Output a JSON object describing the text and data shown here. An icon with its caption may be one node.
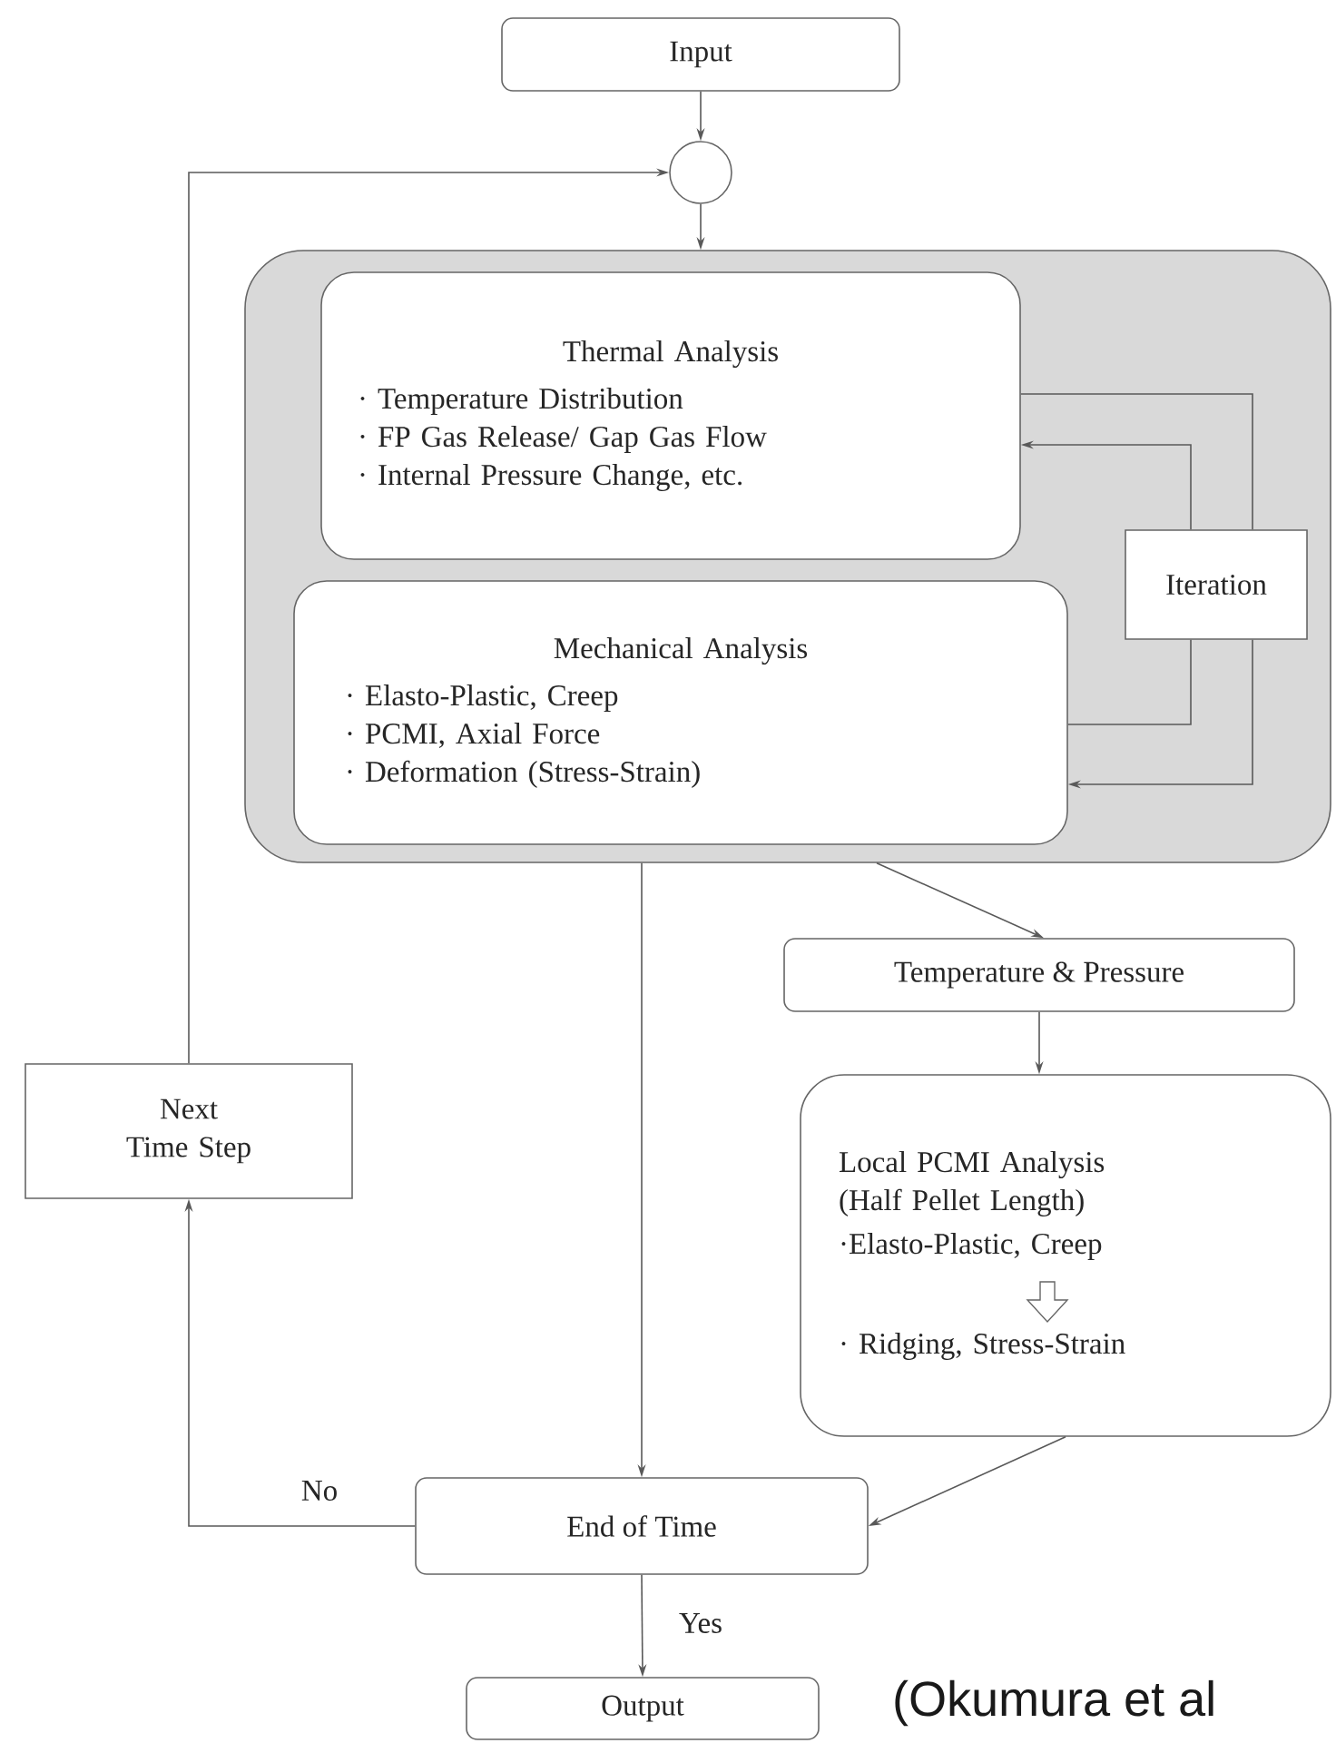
{
  "diagram": {
    "nodes": [
      {
        "text": [
          "Input"
        ]
      },
      {
        "text": [],
        "shape": "circle"
      },
      {
        "text": [],
        "shape": "box"
      },
      {
        "text": [
          "Thermal Analysis",
          "· Temperature Distribution",
          "· FP Gas Release/ Gap Gas Flow",
          "· Internal Pressure Change, etc."
        ],
        "in": 2
      },
      {
        "text": [
          "Mechanical Analysis",
          "· Elasto-Plastic, Creep",
          "· PCMI, Axial Force",
          "· Deformation (Stress-Strain)"
        ],
        "in": 2
      },
      {
        "text": [
          "Iteration"
        ],
        "in": 2
      },
      {
        "text": [
          "Temperature & Pressure"
        ]
      },
      {
        "text": [
          "Local PCMI Analysis (Half Pellet Length)",
          "·Elasto-Plastic, Creep",
          "· Ridging, Stress-Strain"
        ]
      },
      {
        "text": [
          "Next Time Step"
        ]
      },
      {
        "text": [
          "End of Time"
        ]
      },
      {
        "text": [
          "Output"
        ]
      }
    ],
    "edges": [
      {
        "from": 0,
        "to": 1,
        "arrow": "to"
      },
      {
        "from": 1,
        "to": 2,
        "arrow": "to"
      },
      {
        "from": 3,
        "to": 5,
        "arrow": "none"
      },
      {
        "from": 5,
        "to": 4,
        "arrow": "to"
      },
      {
        "from": 4,
        "to": 5,
        "arrow": "none"
      },
      {
        "from": 5,
        "to": 3,
        "arrow": "to"
      },
      {
        "from": 2,
        "to": 9,
        "arrow": "to"
      },
      {
        "from": 2,
        "to": 6,
        "arrow": "to"
      },
      {
        "from": 6,
        "to": 7,
        "arrow": "to"
      },
      {
        "from": 7,
        "to": 9,
        "arrow": "to"
      },
      {
        "from": 8,
        "to": 1,
        "arrow": "to"
      },
      {
        "from": 9,
        "to": 8,
        "arrow": "to",
        "label": "No"
      },
      {
        "from": 9,
        "to": 10,
        "arrow": "to",
        "label": "Yes"
      }
    ],
    "labels": [
      "(Okumura et al"
    ]
  }
}
